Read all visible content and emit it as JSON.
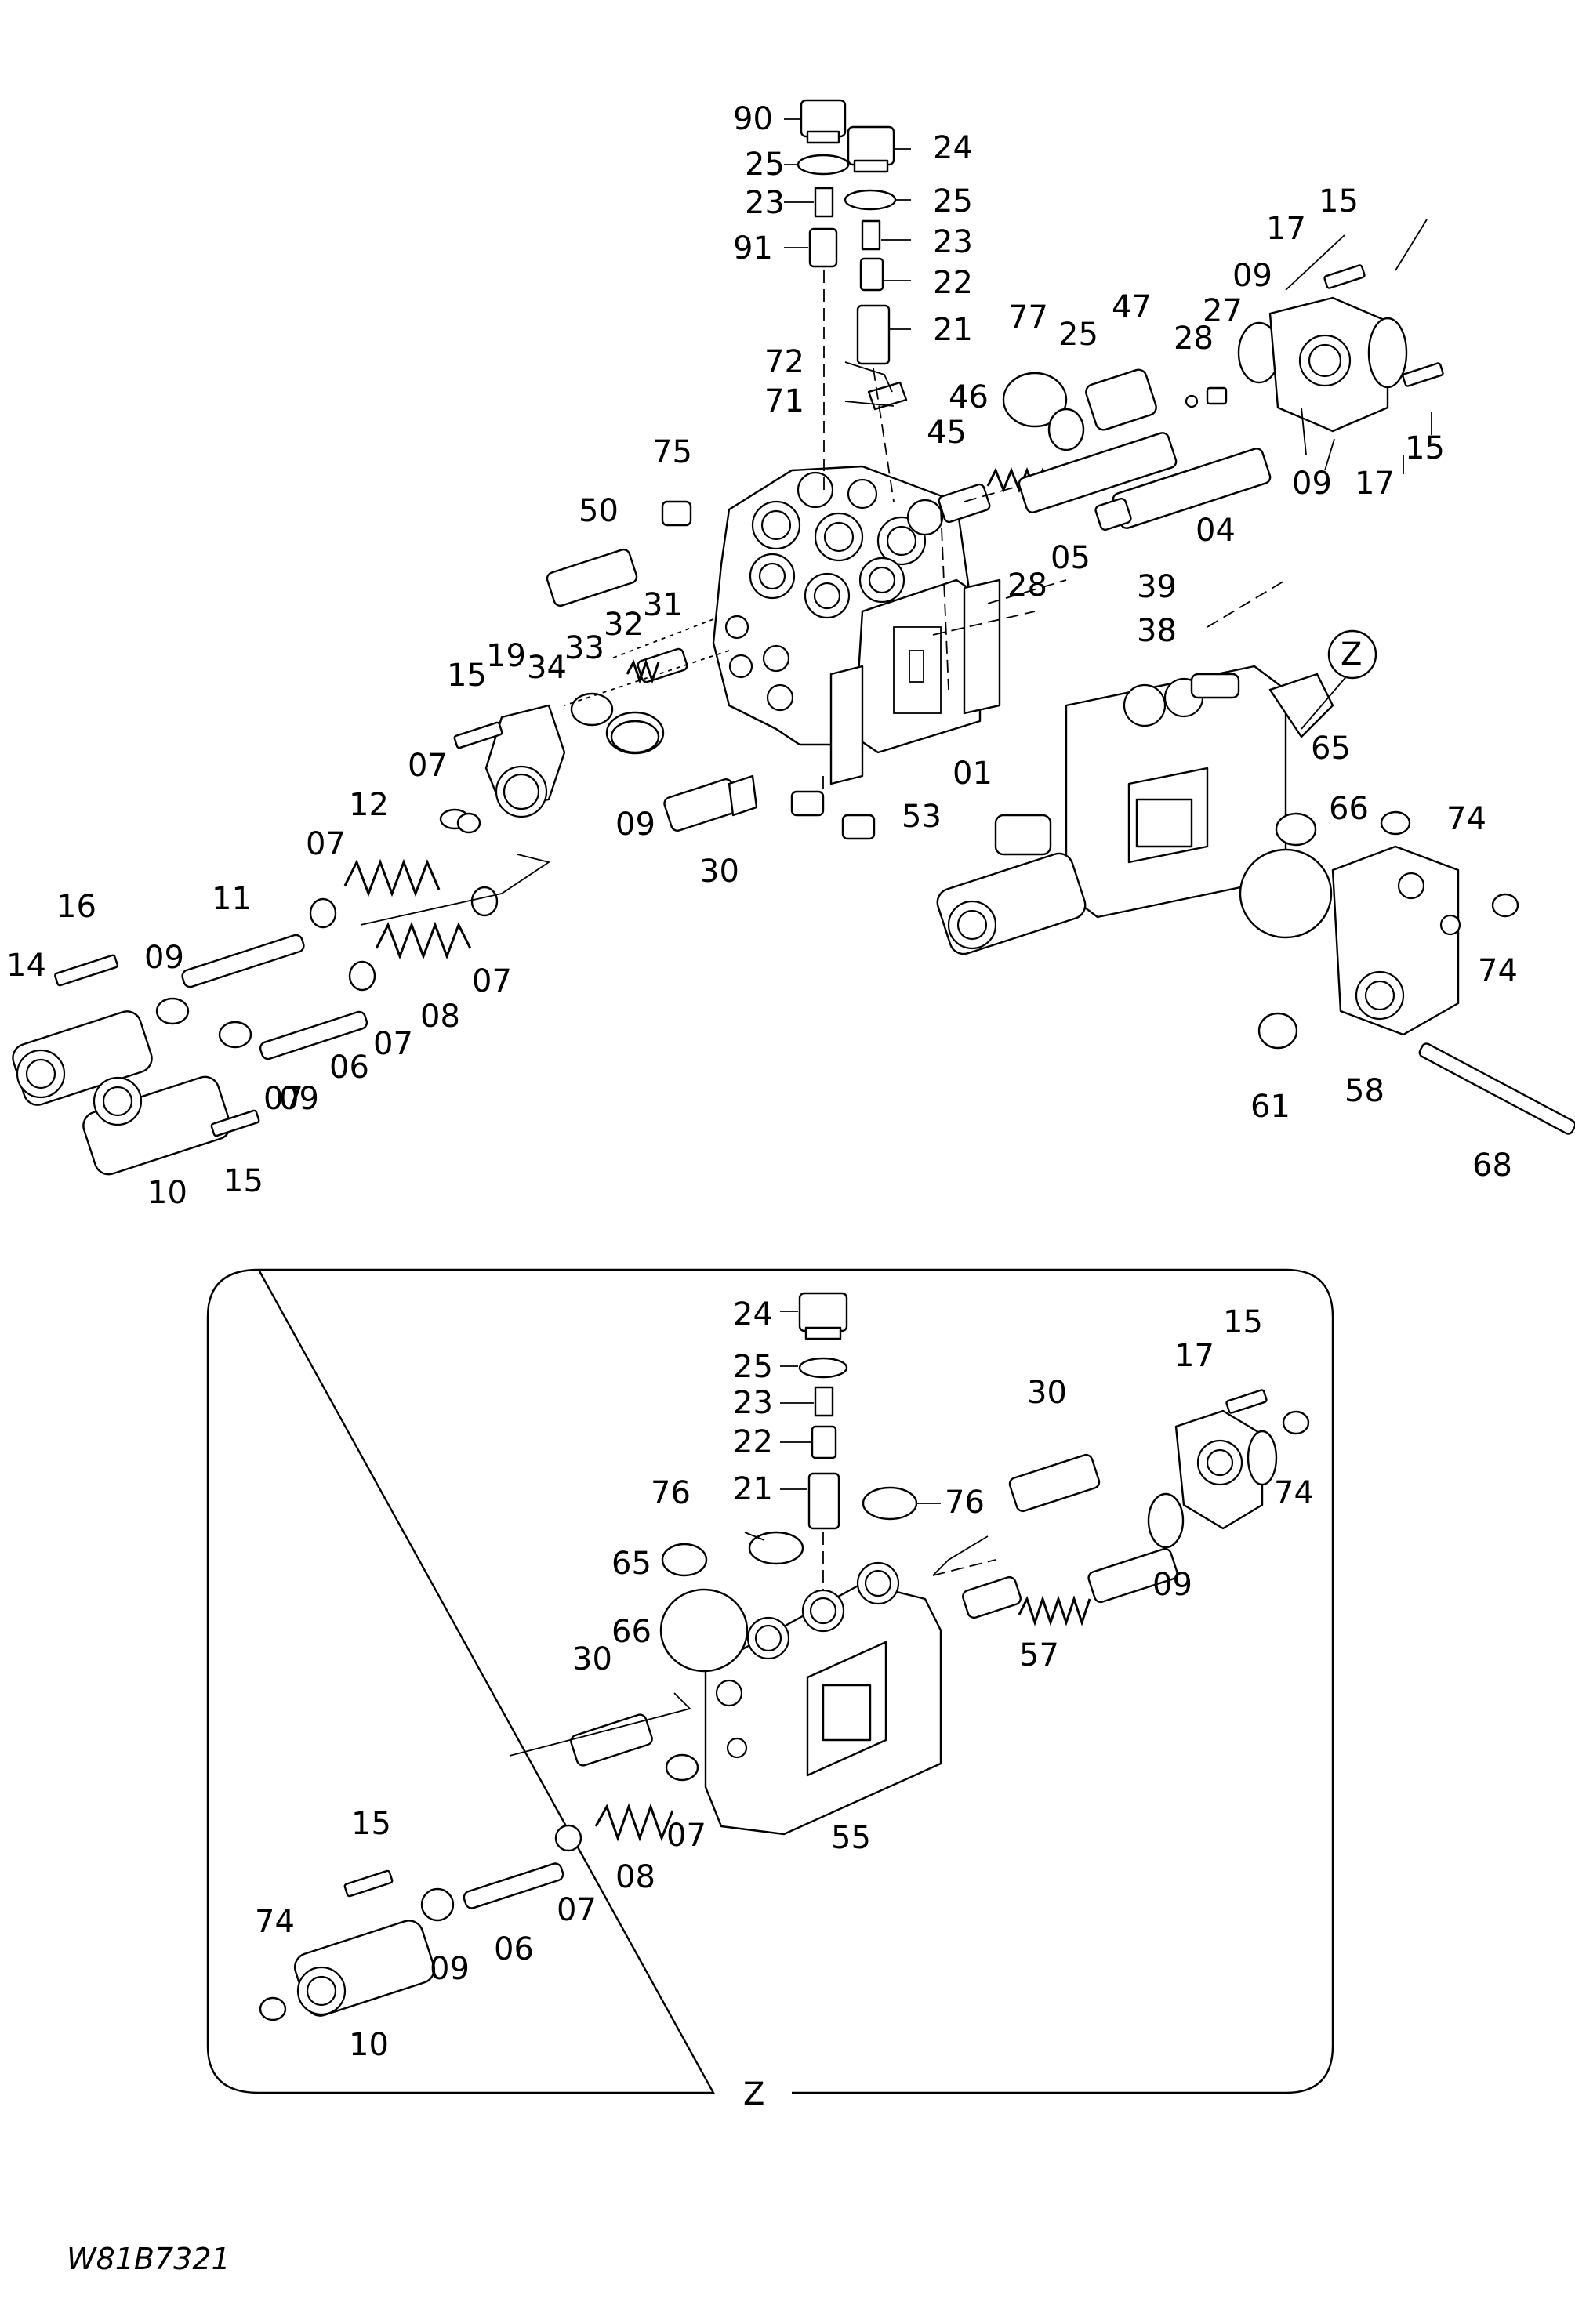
{
  "upper_view": {
    "callouts": [
      "90",
      "24",
      "25",
      "25",
      "23",
      "23",
      "91",
      "22",
      "21",
      "72",
      "71",
      "77",
      "25",
      "47",
      "28",
      "27",
      "09",
      "17",
      "15",
      "15",
      "17",
      "09",
      "46",
      "45",
      "04",
      "05",
      "28",
      "75",
      "50",
      "39",
      "38",
      "31",
      "32",
      "33",
      "34",
      "19",
      "15",
      "07",
      "12",
      "09",
      "30",
      "01",
      "53",
      "07",
      "16",
      "11",
      "09",
      "14",
      "07",
      "06",
      "07",
      "08",
      "07",
      "09",
      "15",
      "10",
      "Z",
      "65",
      "66",
      "74",
      "74",
      "58",
      "61",
      "68"
    ]
  },
  "detail_view": {
    "view_label": "Z",
    "callouts": [
      "24",
      "25",
      "23",
      "22",
      "21",
      "30",
      "17",
      "15",
      "74",
      "76",
      "76",
      "65",
      "66",
      "09",
      "57",
      "30",
      "55",
      "07",
      "15",
      "08",
      "07",
      "06",
      "74",
      "09",
      "10"
    ]
  },
  "drawing_code": "W81B7321"
}
